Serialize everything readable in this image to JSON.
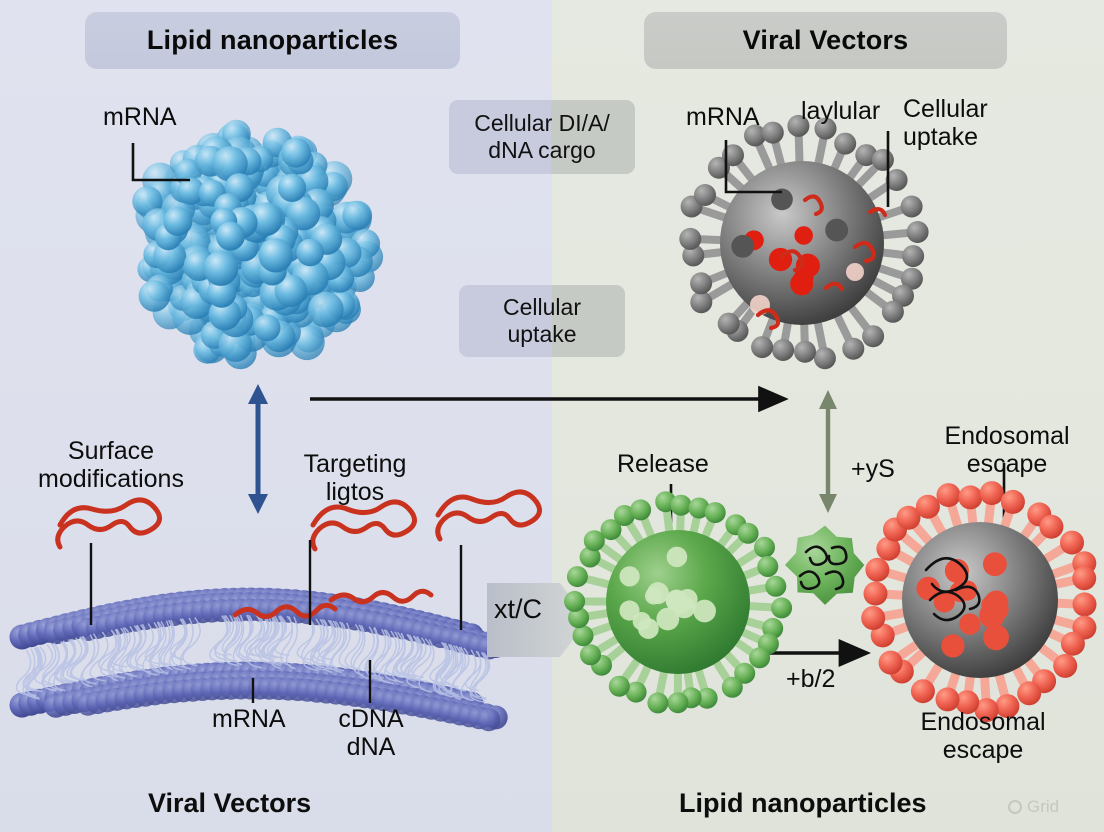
{
  "panels": {
    "left": {
      "bg_color": "#dde0ec",
      "title": "Lipid nanoparticles",
      "bottom_label": "Viral Vectors"
    },
    "right": {
      "bg_color": "#e3e7de",
      "title": "Viral Vectors",
      "bottom_label": "Lipid nanoparticles"
    }
  },
  "center_tags": {
    "cargo": "Cellular DI/A/\ndNA cargo",
    "uptake": "Cellular\nuptake"
  },
  "labels": {
    "mrna_lnp": "mRNA",
    "mrna_virus": "mRNA",
    "laylular": "laylular",
    "cellular_uptake": "Cellular\nuptake",
    "surface_modifications": "Surface\nmodifications",
    "targeting_ligands": "Targeting\nligtos",
    "mrna_bottom": "mRNA",
    "cdna_bottom": "cDNA\ndNA",
    "release": "Release",
    "endosomal_escape_top": "Endosomal\nescape",
    "endosomal_escape_bottom": "Endosomal\nescape",
    "plus_ys": "+yS",
    "plus_b2": "+b/2",
    "chevron": "xt/C"
  },
  "watermark": {
    "text": "Grid"
  },
  "colors": {
    "lnp_sphere": "#4fa3d1",
    "bilayer": "#5a63b4",
    "rna_red": "#c8321e",
    "virus_gray": "#6e6e6e",
    "virus_green": "#4e9c43",
    "virus_red": "#e8594a",
    "arrow_black": "#111111",
    "arrow_blue": "#2e5390",
    "arrow_olive": "#78866b",
    "title_left_bg": "#c6cadd",
    "title_right_bg": "#c6c9c4"
  }
}
